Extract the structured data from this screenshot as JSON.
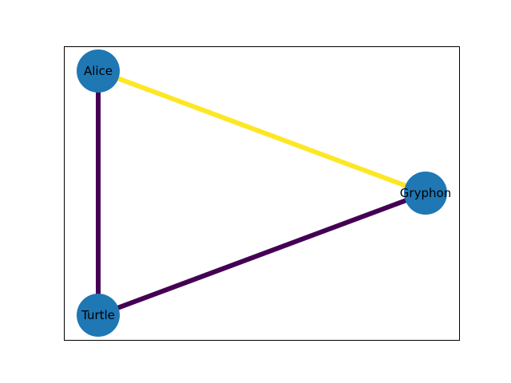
{
  "graph": {
    "nodes": [
      {
        "id": "alice",
        "label": "Alice"
      },
      {
        "id": "gryphon",
        "label": "Gryphon"
      },
      {
        "id": "turtle",
        "label": "Turtle"
      }
    ],
    "edges": [
      {
        "from": "alice",
        "to": "gryphon",
        "color": "#fde725"
      },
      {
        "from": "alice",
        "to": "turtle",
        "color": "#440154"
      },
      {
        "from": "turtle",
        "to": "gryphon",
        "color": "#440154"
      }
    ],
    "node_color": "#1f77b4",
    "frame_color": "#000000"
  }
}
